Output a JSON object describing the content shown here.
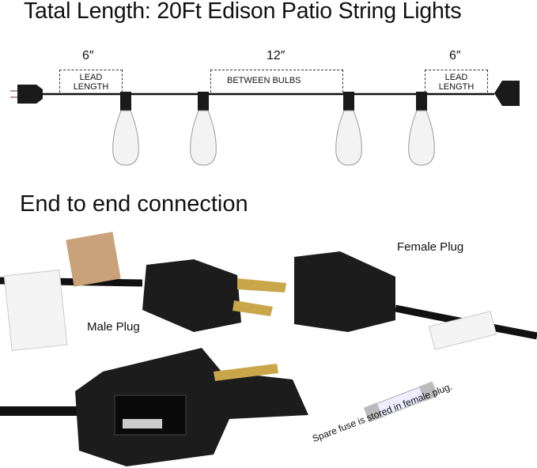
{
  "title": "Tatal Length: 20Ft Edison Patio String Lights",
  "diagram": {
    "dimensions": [
      {
        "value": "6″",
        "label_line1": "LEAD",
        "label_line2": "LENGTH"
      },
      {
        "value": "12″",
        "label_line1": "BETWEEN BULBS",
        "label_line2": ""
      },
      {
        "value": "6″",
        "label_line1": "LEAD",
        "label_line2": "LENGTH"
      }
    ]
  },
  "section_heading": "End to end connection",
  "labels": {
    "female_plug": "Female Plug",
    "male_plug": "Male Plug",
    "fuse_note": "Spare fuse is stored in female plug."
  },
  "colors": {
    "plug": "#1a1a1a",
    "prong": "#c9a64a"
  }
}
